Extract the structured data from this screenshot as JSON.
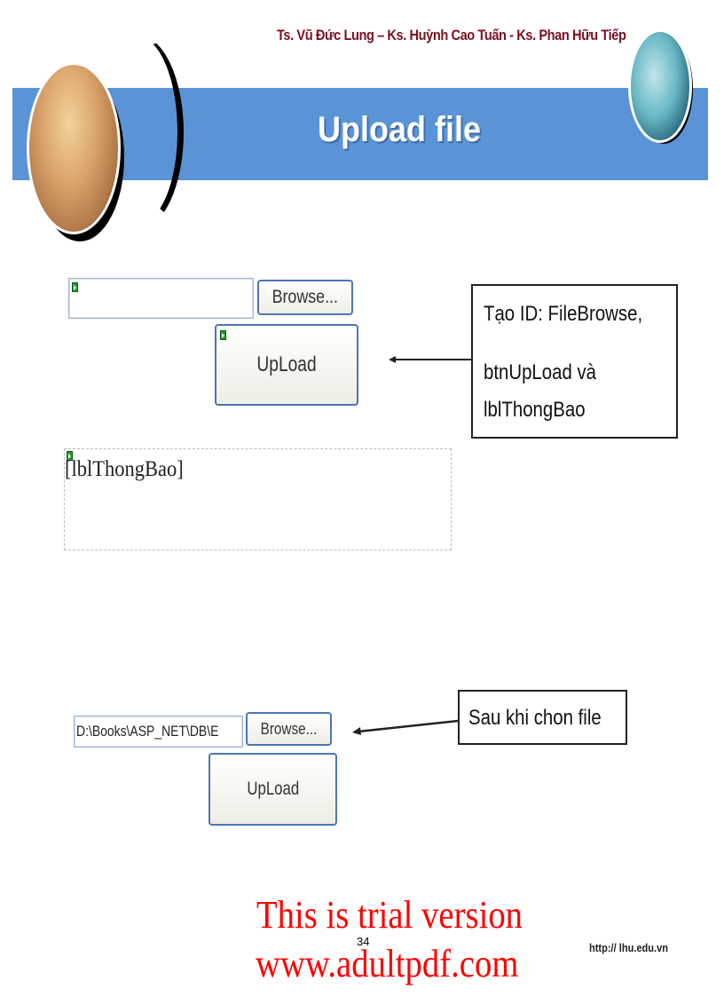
{
  "header": {
    "authors": "Ts. Vũ Đức Lung – Ks. Huỳnh Cao Tuấn - Ks. Phan Hữu Tiếp",
    "title": "Upload file",
    "band_color": "#5a94d6",
    "authors_color": "#7b1020"
  },
  "design_view": {
    "file_input_value": "",
    "browse_label": "Browse...",
    "upload_label": "UpLoad",
    "label_placeholder": "[lblThongBao]",
    "callout_lines": [
      "Tạo ID: FileBrowse,",
      "btnUpLoad và",
      "lblThongBao"
    ]
  },
  "runtime_view": {
    "file_input_value": "D:\\Books\\ASP_NET\\DB\\E",
    "browse_label": "Browse...",
    "upload_label": "UpLoad",
    "callout": "Sau khi chon file"
  },
  "footer": {
    "watermark_line1": "This is trial version",
    "watermark_line2": "www.adultpdf.com",
    "page_number": "34",
    "url": "http:// lhu.edu.vn"
  }
}
